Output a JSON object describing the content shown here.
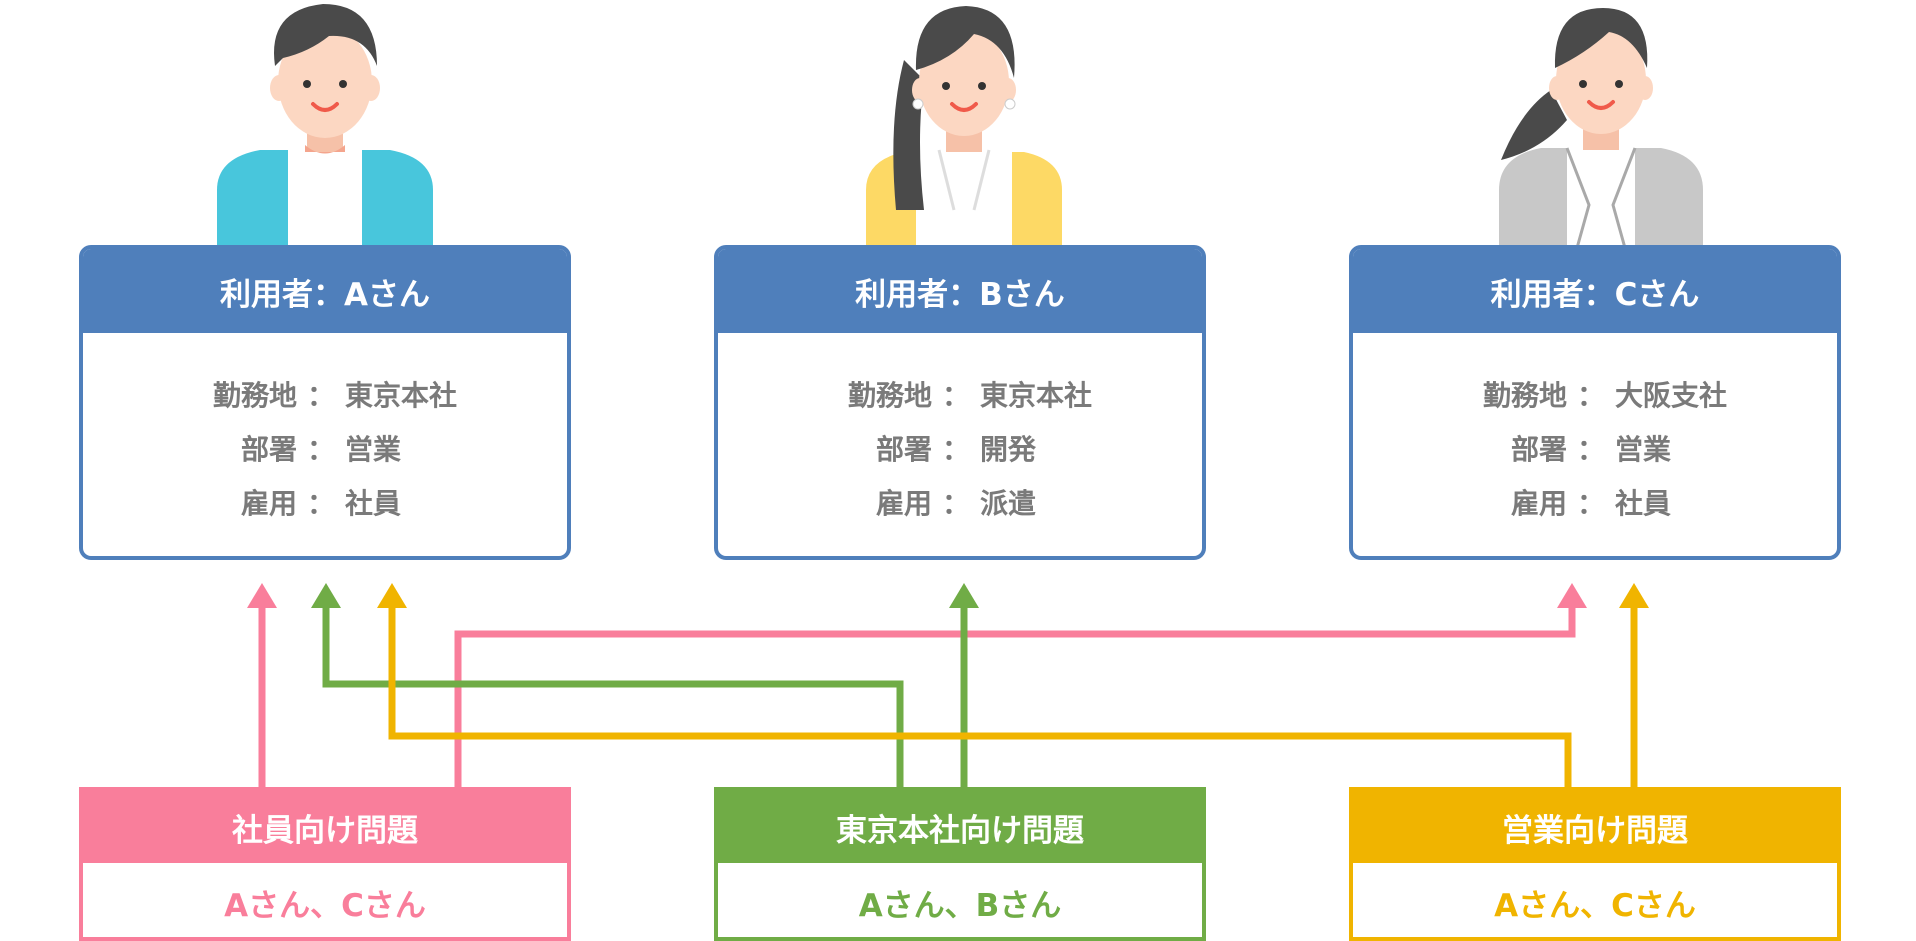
{
  "users": [
    {
      "title": "利用者：Aさん",
      "rows": [
        {
          "k": "勤務地",
          "sep": "：",
          "v": "東京本社"
        },
        {
          "k": "部署",
          "sep": "：",
          "v": "営業"
        },
        {
          "k": "雇用",
          "sep": "：",
          "v": "社員"
        }
      ]
    },
    {
      "title": "利用者：Bさん",
      "rows": [
        {
          "k": "勤務地",
          "sep": "：",
          "v": "東京本社"
        },
        {
          "k": "部署",
          "sep": "：",
          "v": "開発"
        },
        {
          "k": "雇用",
          "sep": "：",
          "v": "派遣"
        }
      ]
    },
    {
      "title": "利用者：Cさん",
      "rows": [
        {
          "k": "勤務地",
          "sep": "：",
          "v": "大阪支社"
        },
        {
          "k": "部署",
          "sep": "：",
          "v": "営業"
        },
        {
          "k": "雇用",
          "sep": "：",
          "v": "社員"
        }
      ]
    }
  ],
  "groups": [
    {
      "title": "社員向け問題",
      "members": "Aさん、Cさん",
      "color": "#f97e9b"
    },
    {
      "title": "東京本社向け問題",
      "members": "Aさん、Bさん",
      "color": "#70ac46"
    },
    {
      "title": "営業向け問題",
      "members": "Aさん、Cさん",
      "color": "#f0b400"
    }
  ],
  "colors": {
    "user_card": "#4f7fbb",
    "label_gray": "#7a7a7a"
  },
  "icons": [
    "person-a-illustration",
    "person-b-illustration",
    "person-c-illustration",
    "arrow-up-icon"
  ]
}
